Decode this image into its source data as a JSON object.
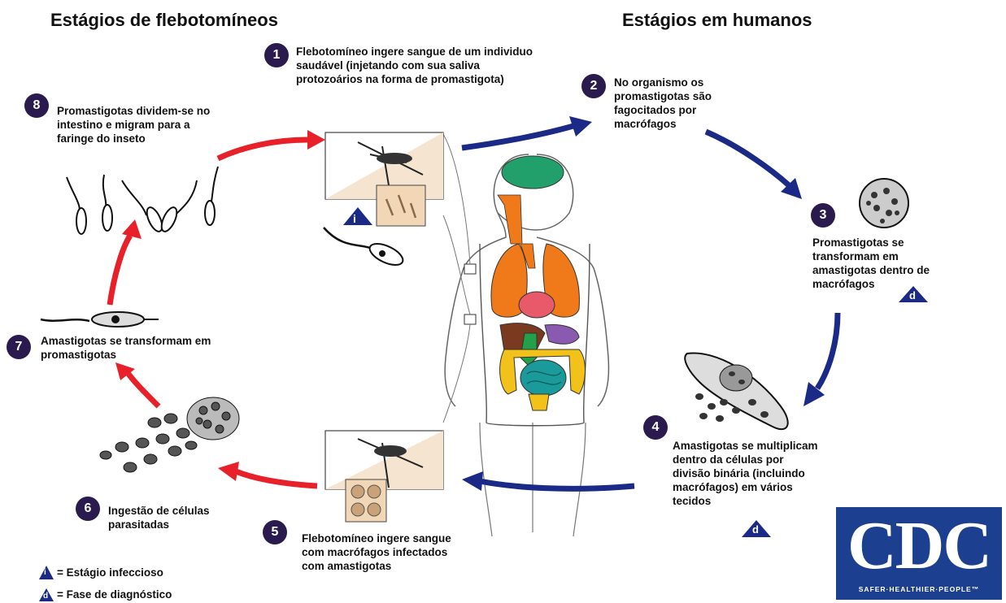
{
  "headings": {
    "sandfly": "Estágios de flebotomíneos",
    "human": "Estágios em humanos"
  },
  "steps": [
    {
      "num": "1",
      "text": "Flebotomíneo ingere sangue de um individuo saudável (injetando com sua saliva protozoários na forma de promastigota)"
    },
    {
      "num": "2",
      "text": "No organismo os promastigotas são fagocitados por macrófagos"
    },
    {
      "num": "3",
      "text": "Promastigotas se transformam em amastigotas dentro de macrófagos"
    },
    {
      "num": "4",
      "text": "Amastigotas se multiplicam dentro da células por divisão binária (incluindo macrófagos) em vários tecidos"
    },
    {
      "num": "5",
      "text": "Flebotomíneo ingere sangue com macrófagos infectados com amastigotas"
    },
    {
      "num": "6",
      "text": "Ingestão de células parasitadas"
    },
    {
      "num": "7",
      "text": "Amastigotas se transformam em promastigotas"
    },
    {
      "num": "8",
      "text": "Promastigotas dividem-se no intestino e migram para a faringe do inseto"
    }
  ],
  "stage_markers": {
    "infective": "i",
    "diagnostic": "d"
  },
  "legend": {
    "infective": "= Estágio infeccioso",
    "diagnostic": "= Fase de diagnóstico"
  },
  "logo": {
    "text": "CDC",
    "tagline": "SAFER·HEALTHIER·PEOPLE™"
  },
  "colors": {
    "sandfly_arrows": "#e8202a",
    "human_arrows": "#1b2a86",
    "step_badge": "#2a1a4e",
    "marker": "#1b2a86",
    "logo_bg": "#1d3f8f"
  }
}
